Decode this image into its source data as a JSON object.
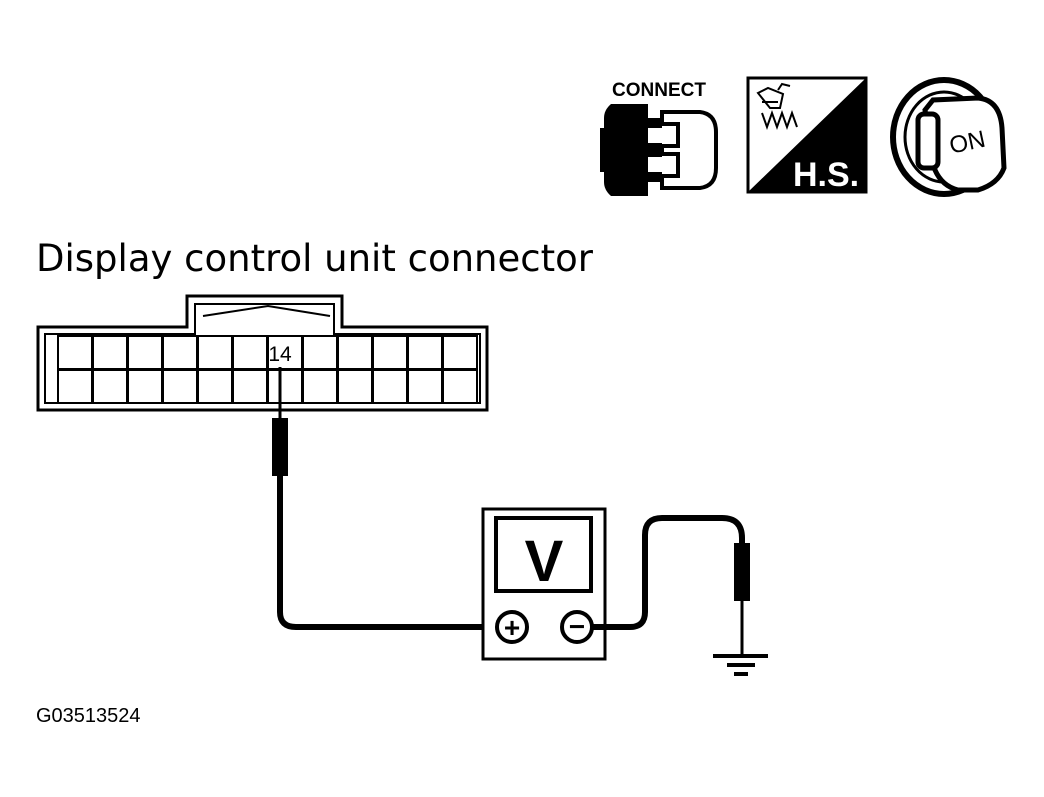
{
  "icons": {
    "connect_label": "CONNECT",
    "hs_label": "H.S.",
    "ignition_label": "ON"
  },
  "title": "Display control unit connector",
  "connector": {
    "pin_label": "14",
    "rows": 2,
    "cols": 12,
    "pin_row": 0,
    "pin_col": 6
  },
  "meter": {
    "display": "V",
    "plus": "+",
    "minus": "−"
  },
  "figure_id": "G03513524"
}
